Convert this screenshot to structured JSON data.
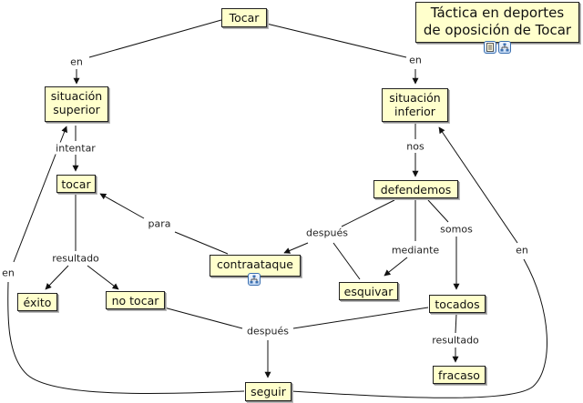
{
  "map": {
    "title": "Táctica en deportes de oposición de Tocar",
    "title_lines": [
      "Táctica en deportes",
      "de oposición de Tocar"
    ],
    "concepts": {
      "tocar_root": "Tocar",
      "situacion_superior": [
        "situación",
        "superior"
      ],
      "situacion_inferior": [
        "situación",
        "inferior"
      ],
      "tocar": "tocar",
      "defendemos": "defendemos",
      "contraataque": "contraataque",
      "exito": "éxito",
      "no_tocar": "no tocar",
      "esquivar": "esquivar",
      "tocados": "tocados",
      "fracaso": "fracaso",
      "seguir": "seguir"
    },
    "linking_phrases": {
      "en_left": "en",
      "en_right": "en",
      "intentar": "intentar",
      "nos": "nos",
      "para": "para",
      "resultado_left": "resultado",
      "despues_mid": "después",
      "mediante": "mediante",
      "somos": "somos",
      "despues_bottom": "después",
      "resultado_right": "resultado",
      "en_far_left": "en",
      "en_far_right": "en"
    },
    "resource_icons": {
      "title": [
        "document-icon",
        "concept-map-icon"
      ],
      "contraataque": [
        "concept-map-icon"
      ]
    },
    "colors": {
      "node_fill": "#ffffcc",
      "node_border": "#222222",
      "line": "#111111",
      "icon_border": "#3a6fb0"
    }
  }
}
